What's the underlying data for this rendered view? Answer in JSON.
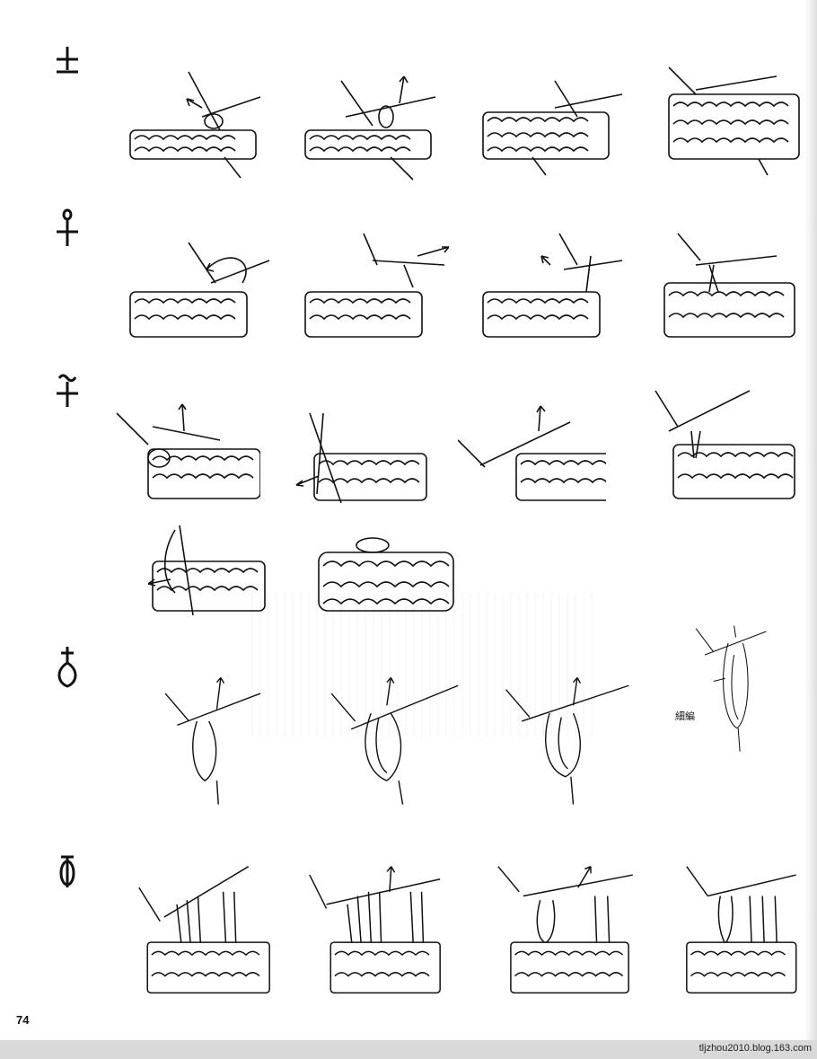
{
  "page": {
    "page_number": "74",
    "source_watermark": "tljzhou2010.blog.163.com",
    "annotation_label": "細編"
  },
  "sections": [
    {
      "symbol": "plus-minus-crochet-symbol"
    },
    {
      "symbol": "loop-cross-crochet-symbol"
    },
    {
      "symbol": "tilde-cross-crochet-symbol"
    },
    {
      "symbol": "teardrop-cross-crochet-symbol"
    },
    {
      "symbol": "double-loop-crochet-symbol"
    }
  ],
  "colors": {
    "ink": "#111111",
    "footer_bar": "#d9d9d9"
  }
}
